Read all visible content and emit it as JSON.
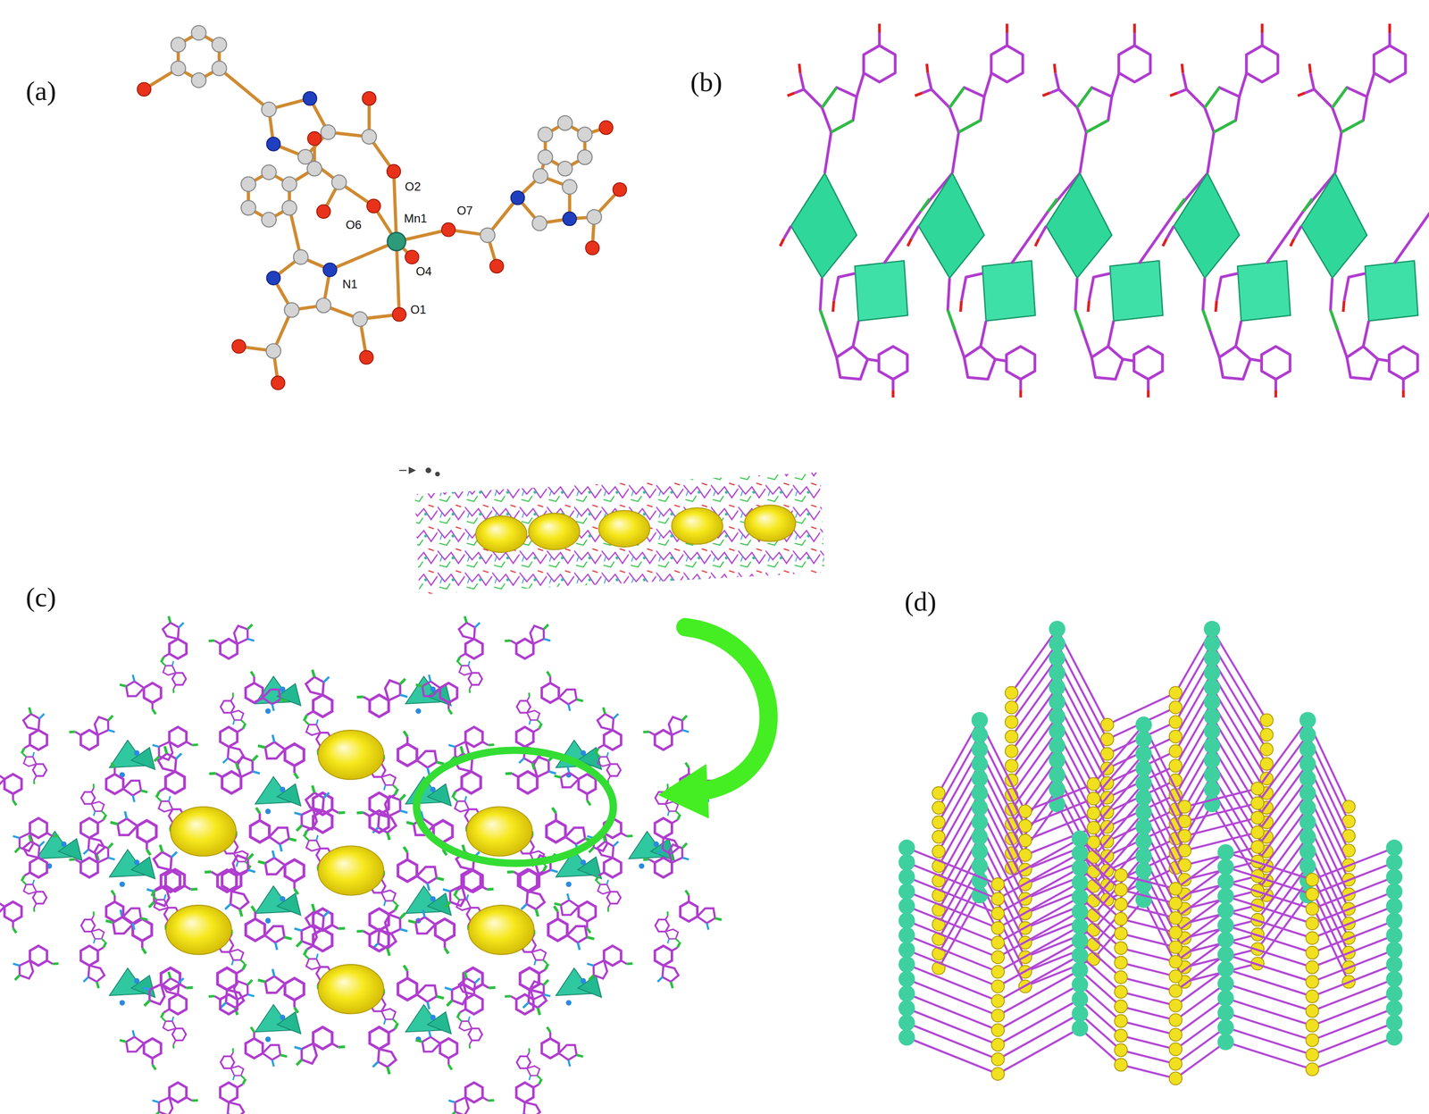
{
  "diagram": {
    "labels": [
      "(a)",
      "(b)",
      "(c)",
      "(d)",
      "O2",
      "O6",
      "Mn1",
      "O7",
      "O4",
      "N1",
      "O1"
    ]
  }
}
